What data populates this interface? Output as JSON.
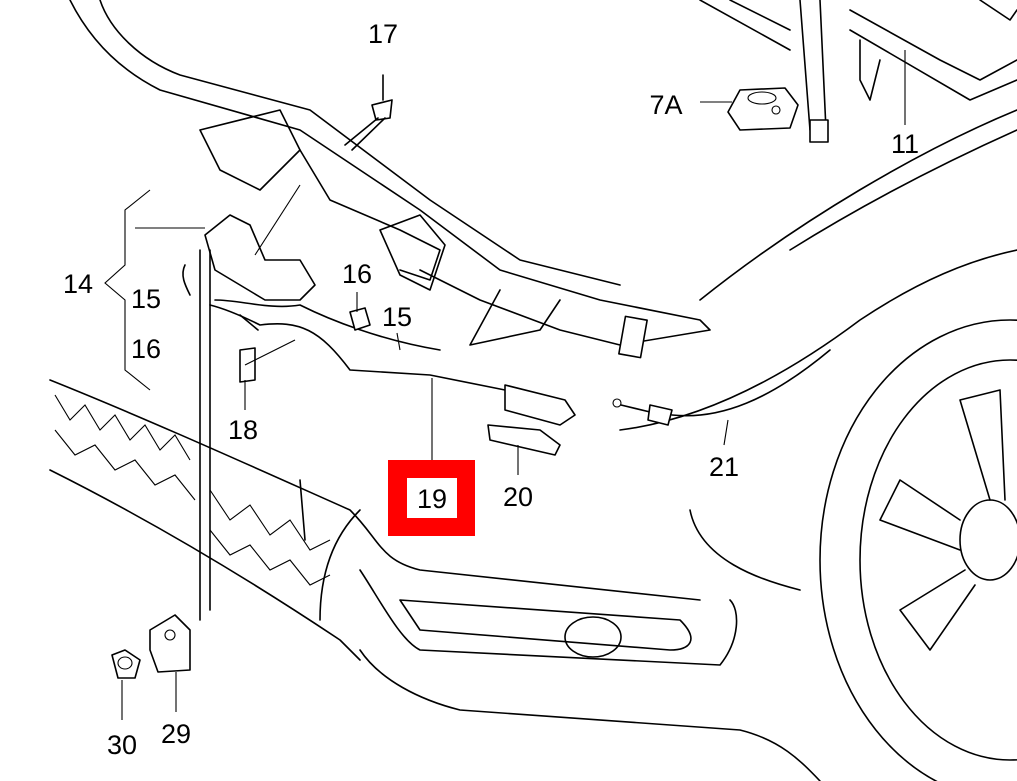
{
  "diagram": {
    "title": "Hood release cable parts diagram",
    "highlight_color": "#ff0000",
    "highlighted_part": "19",
    "labels": {
      "p17": "17",
      "p7a": "7A",
      "p11": "11",
      "p14": "14",
      "p15a": "15",
      "p16a": "16",
      "p16b": "16",
      "p15b": "15",
      "p18": "18",
      "p19": "19",
      "p20": "20",
      "p21": "21",
      "p30": "30",
      "p29": "29"
    }
  }
}
